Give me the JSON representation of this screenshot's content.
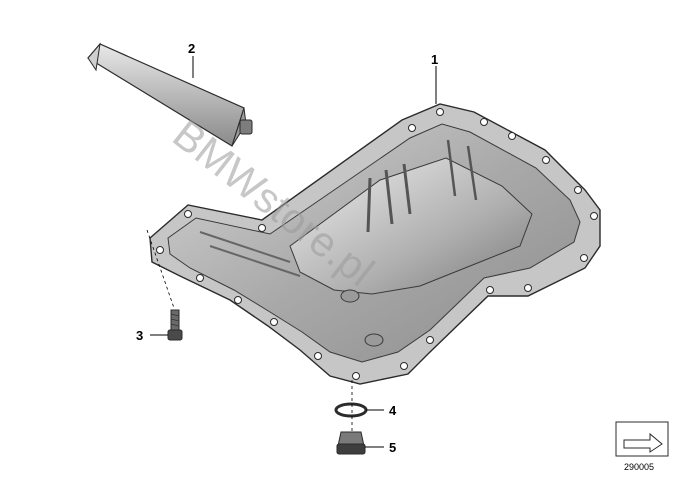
{
  "watermark": "BMWstore.pl",
  "reference_number": "290005",
  "parts": [
    {
      "number": "1",
      "icon": "oil-pan"
    },
    {
      "number": "2",
      "icon": "sealant-tube"
    },
    {
      "number": "3",
      "icon": "bolt"
    },
    {
      "number": "4",
      "icon": "o-ring"
    },
    {
      "number": "5",
      "icon": "drain-plug"
    }
  ],
  "colors": {
    "metal_light": "#d9d9d9",
    "metal_mid": "#b3b3b3",
    "metal_dark": "#7d7d7d",
    "outline": "#2b2b2b"
  }
}
